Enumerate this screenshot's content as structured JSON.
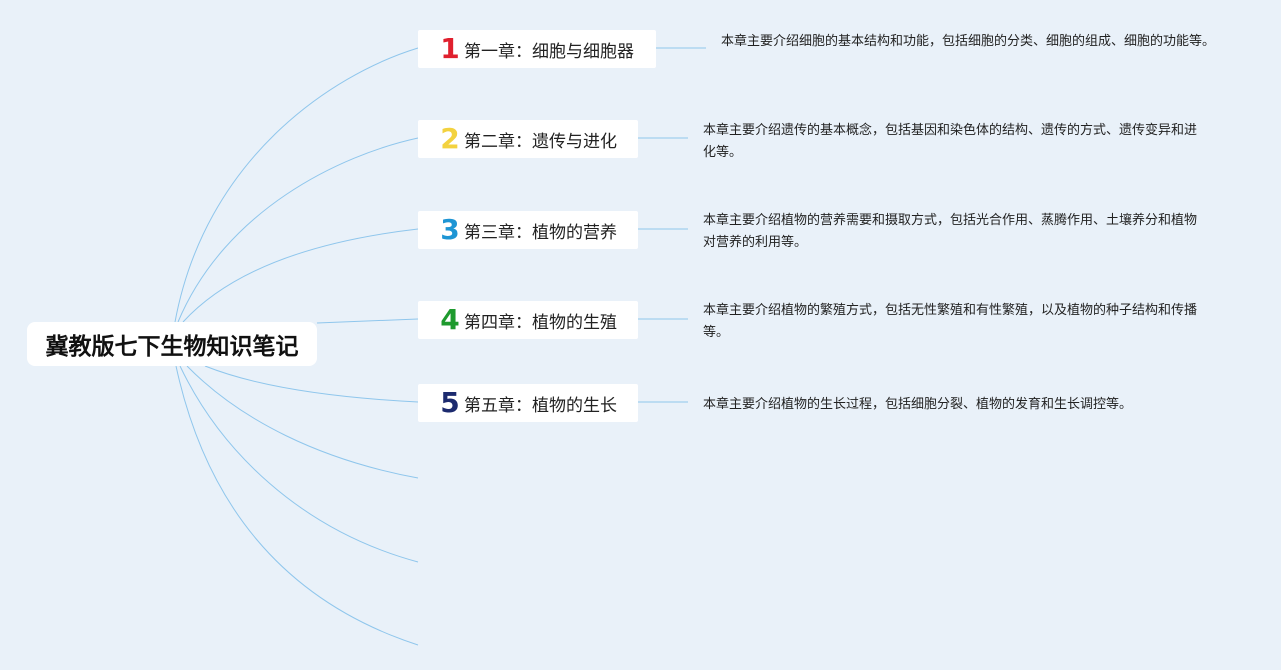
{
  "root": {
    "title": "冀教版七下生物知识笔记"
  },
  "chapters": [
    {
      "number": "1",
      "title": "第一章：细胞与细胞器",
      "description": "本章主要介绍细胞的基本结构和功能，包括细胞的分类、细胞的组成、细胞的功能等。",
      "color": "#e0202e"
    },
    {
      "number": "2",
      "title": "第二章：遗传与进化",
      "description": "本章主要介绍遗传的基本概念，包括基因和染色体的结构、遗传的方式、遗传变异和进化等。",
      "color": "#f3d23f"
    },
    {
      "number": "3",
      "title": "第三章：植物的营养",
      "description": "本章主要介绍植物的营养需要和摄取方式，包括光合作用、蒸腾作用、土壤养分和植物对营养的利用等。",
      "color": "#1e95d4"
    },
    {
      "number": "4",
      "title": "第四章：植物的生殖",
      "description": "本章主要介绍植物的繁殖方式，包括无性繁殖和有性繁殖，以及植物的种子结构和传播等。",
      "color": "#1e9a2e"
    },
    {
      "number": "5",
      "title": "第五章：植物的生长",
      "description": "本章主要介绍植物的生长过程，包括细胞分裂、植物的发育和生长调控等。",
      "color": "#1c2a6e"
    }
  ],
  "colors": {
    "background": "#e9f1f9",
    "connector": "#8fc6ec"
  }
}
